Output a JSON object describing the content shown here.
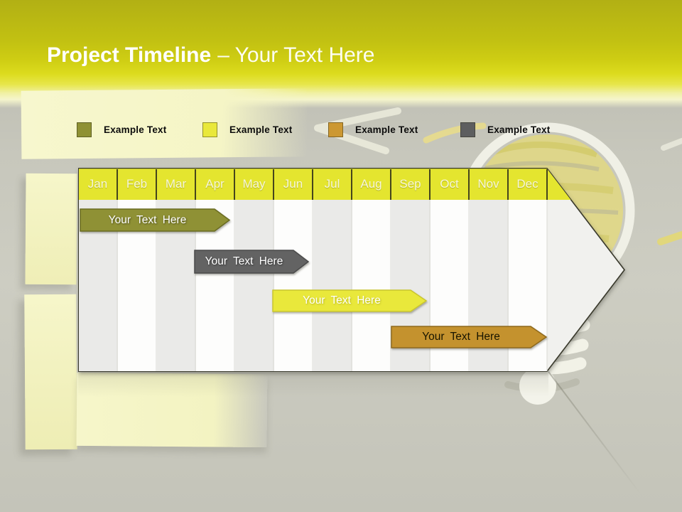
{
  "slide": {
    "title": {
      "bold": "Project Timeline",
      "rest": "– Your Text Here"
    },
    "accent_colors": {
      "band_yellow": "#d8d71a",
      "pale_note": "#f5f5c6",
      "background_gray": "#c7c7bc"
    }
  },
  "legend": {
    "items": [
      {
        "label": "Example Text",
        "color": "#8f9134"
      },
      {
        "label": "Example Text",
        "color": "#e9e83b"
      },
      {
        "label": "Example Text",
        "color": "#cc9832"
      },
      {
        "label": "Example Text",
        "color": "#5d5e5f"
      }
    ]
  },
  "timeline": {
    "type": "gantt-timeline",
    "months": [
      "Jan",
      "Feb",
      "Mar",
      "Apr",
      "May",
      "Jun",
      "Jul",
      "Aug",
      "Sep",
      "Oct",
      "Nov",
      "Dec"
    ],
    "header_color": "#e4e52f",
    "outline_color": "#39392c",
    "bars": [
      {
        "label": "Your Text Here",
        "fill": "#8f9134",
        "stroke": "#6a6c24",
        "text_color": "#ffffff",
        "start": "Jan",
        "end": "Apr",
        "start_month_index": 0,
        "end_month_index": 3.9
      },
      {
        "label": "Your Text Here",
        "fill": "#646464",
        "stroke": "#4b4b4b",
        "text_color": "#ffffff",
        "start": "Apr",
        "end": "Jun",
        "start_month_index": 3,
        "end_month_index": 5.9
      },
      {
        "label": "Your Text Here",
        "fill": "#e9e83b",
        "stroke": "#c9c52f",
        "text_color": "#ffffff",
        "start": "Jun",
        "end": "Sep",
        "start_month_index": 5,
        "end_month_index": 8.9
      },
      {
        "label": "Your Text Here",
        "fill": "#c4922f",
        "stroke": "#8e691d",
        "text_color": "#181500",
        "start": "Sep",
        "end": "Dec",
        "start_month_index": 8,
        "end_month_index": 12
      }
    ]
  }
}
